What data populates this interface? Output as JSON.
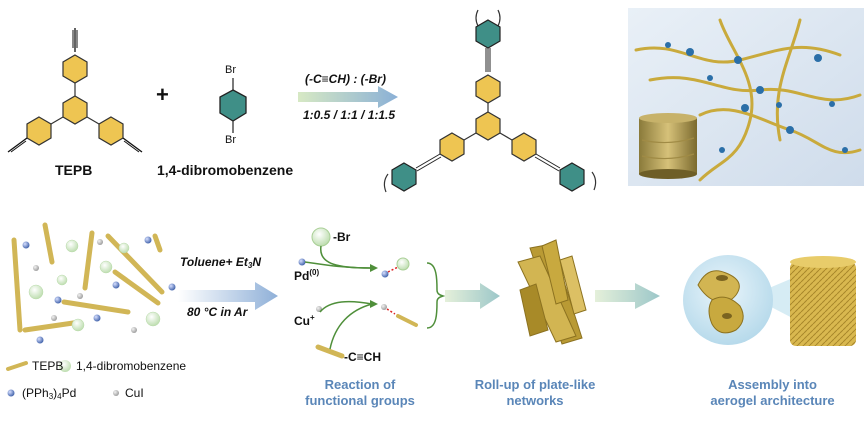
{
  "colors": {
    "ring_yellow": "#eec552",
    "ring_teal": "#3f8f87",
    "arrow_blue": "#8fb0d8",
    "arrow_green": "#b8d79a",
    "fiber": "#d1b656",
    "step_text": "#5a86b8",
    "panel_bg": "#dce6f0",
    "sphere_green": "#cfe8c4",
    "pd_blue": "#4d6fb8",
    "cui_gray": "#b4b4b4",
    "bond_green": "#4f8f3a"
  },
  "top": {
    "monomer1_label": "TEPB",
    "plus": "+",
    "monomer2_label": "1,4-dibromobenzene",
    "br_top": "Br",
    "br_bottom": "Br",
    "ratio_label": "(-C≡CH) : (-Br)",
    "ratio_values": "1:0.5 / 1:1 / 1:1.5"
  },
  "bottom": {
    "condition_line1_a": "Toluene+ Et",
    "condition_line1_sub": "3",
    "condition_line1_b": "N",
    "condition_line2": "80 °C in Ar",
    "legend": {
      "tepb": "TEPB",
      "dibromo": "1,4-dibromobenzene",
      "pd_a": "(PPh",
      "pd_sub": "3",
      "pd_b": ")",
      "pd_sub2": "4",
      "pd_c": "Pd",
      "cui": "CuI"
    },
    "mech": {
      "br": "-Br",
      "pd": "Pd",
      "pd_sup": "(0)",
      "cu": "Cu",
      "cu_sup": "+",
      "alkyne": "-C≡CH"
    },
    "steps": {
      "reaction": "Reaction of\nfunctional groups",
      "rollup": "Roll-up of plate-like\nnetworks",
      "assembly": "Assembly into\naerogel architecture"
    }
  }
}
